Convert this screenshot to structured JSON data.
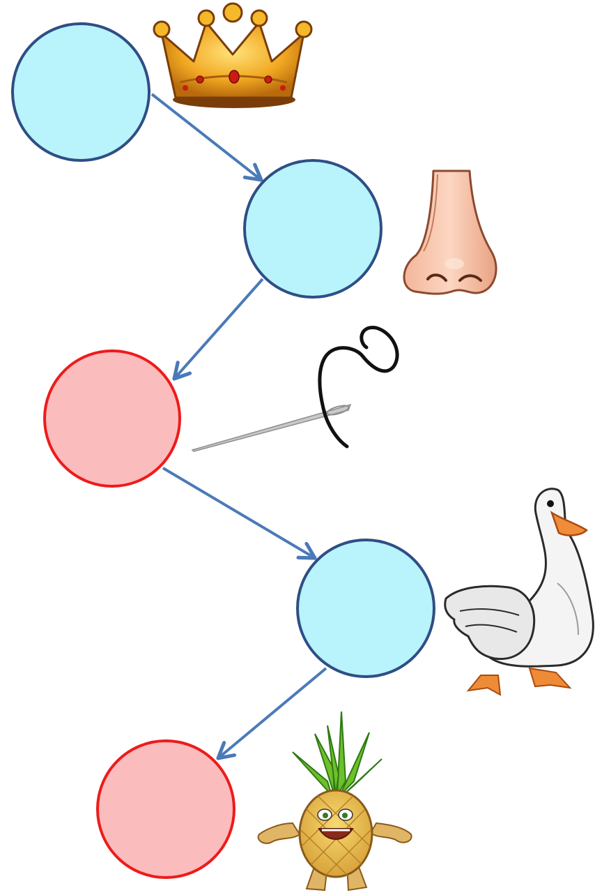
{
  "colors": {
    "vowel_fill": "#b9f3fb",
    "vowel_stroke": "#2f4e85",
    "consonant_fill": "#fbbcbd",
    "consonant_stroke": "#ee1b1b",
    "arrow": "#4a7ab8"
  },
  "chain": [
    {
      "id": "circle-1",
      "kind": "vowel",
      "picture": "crown-icon"
    },
    {
      "id": "circle-2",
      "kind": "vowel",
      "picture": "nose-icon"
    },
    {
      "id": "circle-3",
      "kind": "consonant",
      "picture": "needle-thread-icon"
    },
    {
      "id": "circle-4",
      "kind": "vowel",
      "picture": "goose-icon"
    },
    {
      "id": "circle-5",
      "kind": "consonant",
      "picture": "pineapple-icon"
    }
  ]
}
